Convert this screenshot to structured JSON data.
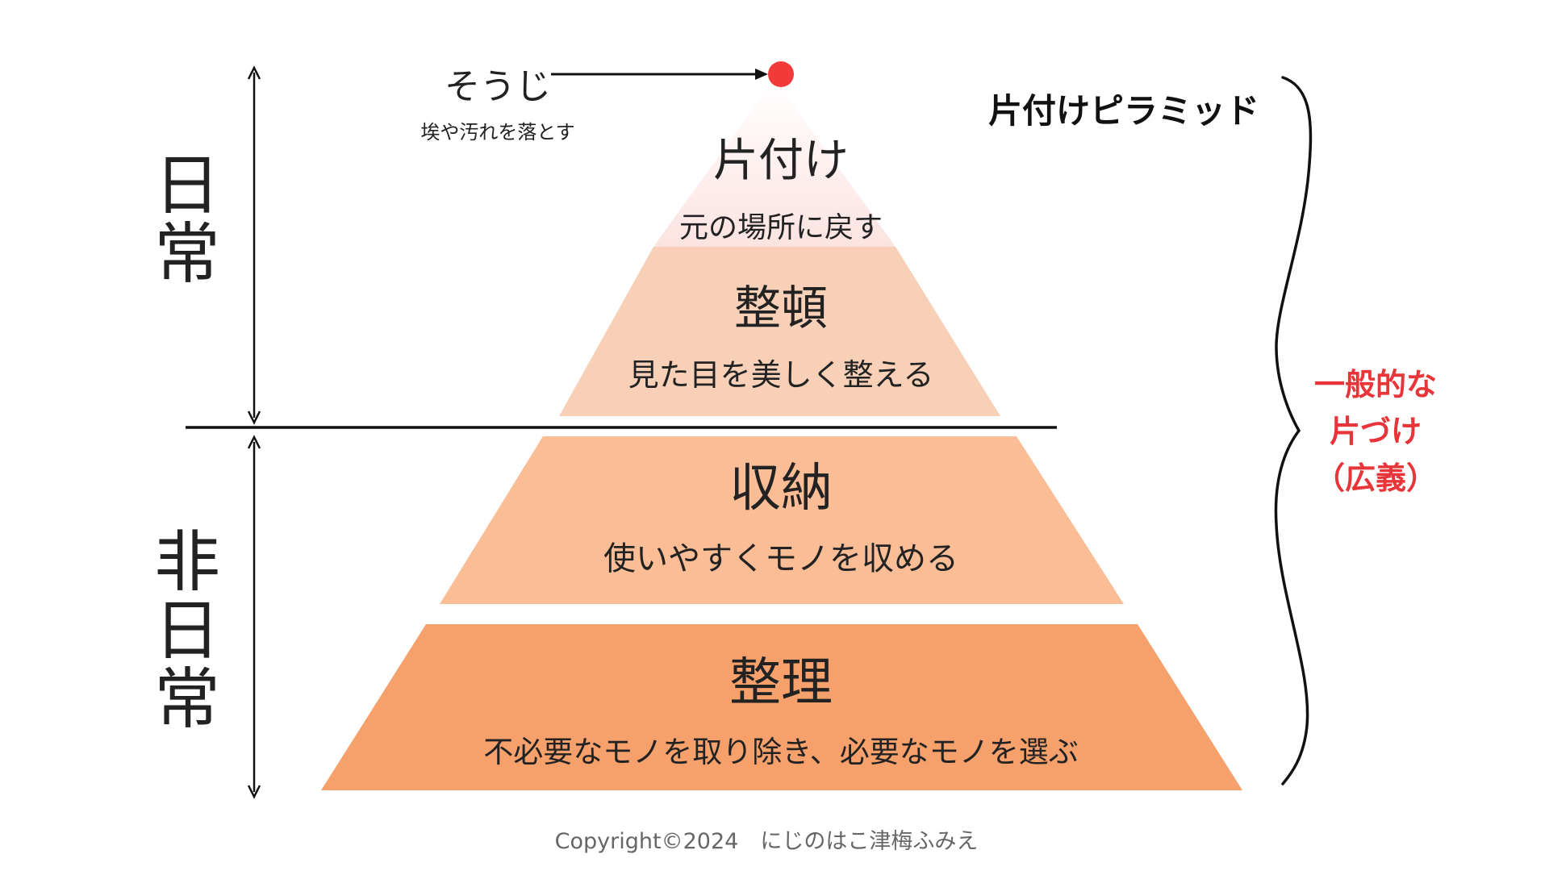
{
  "levels": {
    "top": {
      "title": "片付け",
      "desc": "元の場所に戻す"
    },
    "second": {
      "title": "整頓",
      "desc": "見た目を美しく整える"
    },
    "third": {
      "title": "収納",
      "desc": "使いやすくモノを収める"
    },
    "bottom": {
      "title": "整理",
      "desc": "不必要なモノを取り除き、必要なモノを選ぶ"
    }
  },
  "peak": {
    "label": "そうじ",
    "sub": "埃や汚れを落とす"
  },
  "side_labels": {
    "daily": [
      "日",
      "常"
    ],
    "nondaily": [
      "非",
      "日",
      "常"
    ]
  },
  "pyramid_title": "片付けピラミッド",
  "broad_label": [
    "一般的な",
    "片づけ",
    "（広義）"
  ],
  "copyright": "Copyright©2024　にじのはこ津梅ふみえ",
  "colors": {
    "top": "#fce5e3",
    "second": "#f7d0b7",
    "third": "#fabd96",
    "bottom": "#f6a06c",
    "dot": "#f23a3a",
    "accent_red": "#e8353a",
    "text": "#222222",
    "copyright": "#666666"
  }
}
